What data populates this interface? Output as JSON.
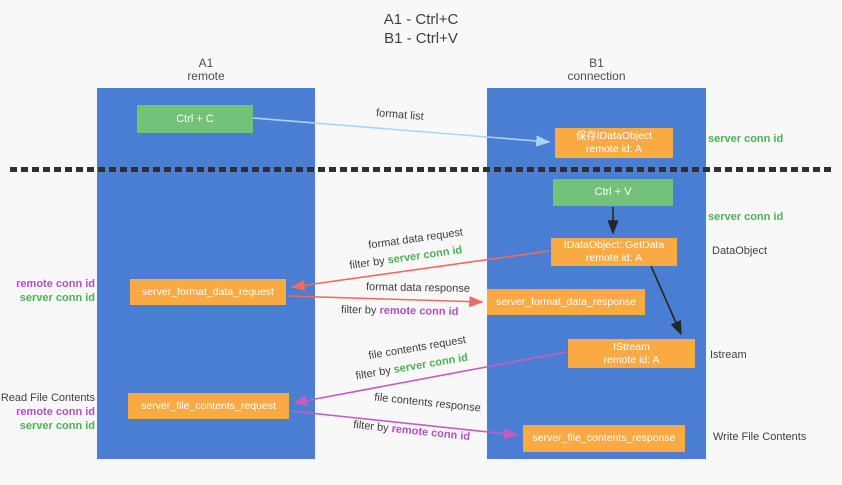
{
  "title": {
    "line1": "A1 - Ctrl+C",
    "line2": "B1 - Ctrl+V"
  },
  "lanes": {
    "left": {
      "name": "A1",
      "role": "remote"
    },
    "right": {
      "name": "B1",
      "role": "connection"
    }
  },
  "nodes": {
    "ctrl_c": {
      "label": "Ctrl + C"
    },
    "ctrl_v": {
      "label": "Ctrl + V"
    },
    "save_idataobject": {
      "line1": "保存IDataObject",
      "line2": "remote id: A"
    },
    "idataobject_getdata": {
      "line1": "IDataObject::GetData",
      "line2": "remote id: A"
    },
    "istream": {
      "line1": "IStream",
      "line2": "remote id: A"
    },
    "server_format_data_request": {
      "label": "server_format_data_request"
    },
    "server_format_data_response": {
      "label": "server_format_data_response"
    },
    "server_file_contents_request": {
      "label": "server_file_contents_request"
    },
    "server_file_contents_response": {
      "label": "server_file_contents_response"
    }
  },
  "side_labels": {
    "server_conn_id_top": "server conn id",
    "server_conn_id_mid": "server conn id",
    "dataobject": "DataObject",
    "istream": "Istream",
    "write_file_contents": "Write File Contents",
    "read_file_contents": "Read File Contents",
    "stack1": {
      "remote": "remote conn id",
      "server": "server conn id"
    },
    "stack2": {
      "remote": "remote conn id",
      "server": "server conn id"
    }
  },
  "arrows": {
    "format_list": {
      "label": "format list"
    },
    "format_data_request": {
      "label": "format data request",
      "filter_prefix": "filter by ",
      "filter_value": "server conn id"
    },
    "format_data_response": {
      "label": "format data response",
      "filter_prefix": "filter by ",
      "filter_value": "remote conn id"
    },
    "file_contents_request": {
      "label": "file contents request",
      "filter_prefix": "filter by ",
      "filter_value": "server conn id"
    },
    "file_contents_response": {
      "label": "file contents response",
      "filter_prefix": "filter by ",
      "filter_value": "remote conn id"
    }
  },
  "colors": {
    "lane_blue": "#4a7ed2",
    "node_green": "#74c17a",
    "node_orange": "#f9aa42",
    "arrow_lightblue": "#a9d5f2",
    "arrow_red": "#ed6b63",
    "arrow_magenta": "#c55cc5",
    "arrow_black": "#262626",
    "text_green": "#4db157",
    "text_purple": "#b052c0",
    "text_dark": "#3f3f3f",
    "background": "#f8f8f8"
  }
}
